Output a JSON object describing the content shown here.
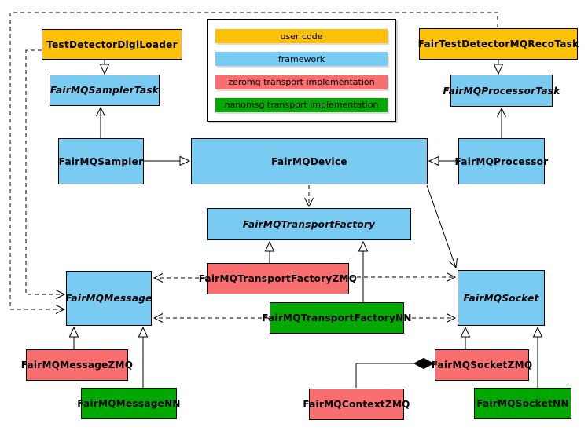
{
  "diagram": {
    "kind": "uml-class-diagram",
    "subject": "FairMQ framework classes and transport implementations"
  },
  "colors": {
    "user_code": "#ffc107",
    "framework": "#79cbf1",
    "zeromq": "#f96e6e",
    "nanomsg": "#00a800",
    "line": "#000000",
    "background": "#ffffff"
  },
  "legend": {
    "items": [
      {
        "label": "user code",
        "color_key": "user_code"
      },
      {
        "label": "framework",
        "color_key": "framework"
      },
      {
        "label": "zeromq transport implementation",
        "color_key": "zeromq"
      },
      {
        "label": "nanomsg transport implementation",
        "color_key": "nanomsg"
      }
    ]
  },
  "nodes": {
    "digiLoader": {
      "label": "TestDetectorDigiLoader",
      "category": "user_code",
      "abstract": false
    },
    "recoTask": {
      "label": "FairTestDetectorMQRecoTask",
      "category": "user_code",
      "abstract": false
    },
    "samplerTask": {
      "label": "FairMQSamplerTask",
      "category": "framework",
      "abstract": true
    },
    "processorTask": {
      "label": "FairMQProcessorTask",
      "category": "framework",
      "abstract": true
    },
    "sampler": {
      "label": "FairMQSampler",
      "category": "framework",
      "abstract": false
    },
    "device": {
      "label": "FairMQDevice",
      "category": "framework",
      "abstract": false
    },
    "processor": {
      "label": "FairMQProcessor",
      "category": "framework",
      "abstract": false
    },
    "transportFactory": {
      "label": "FairMQTransportFactory",
      "category": "framework",
      "abstract": true
    },
    "tfZMQ": {
      "label": "FairMQTransportFactoryZMQ",
      "category": "zeromq",
      "abstract": false
    },
    "tfNN": {
      "label": "FairMQTransportFactoryNN",
      "category": "nanomsg",
      "abstract": false
    },
    "message": {
      "label": "FairMQMessage",
      "category": "framework",
      "abstract": true
    },
    "socket": {
      "label": "FairMQSocket",
      "category": "framework",
      "abstract": true
    },
    "messageZMQ": {
      "label": "FairMQMessageZMQ",
      "category": "zeromq",
      "abstract": false
    },
    "messageNN": {
      "label": "FairMQMessageNN",
      "category": "nanomsg",
      "abstract": false
    },
    "contextZMQ": {
      "label": "FairMQContextZMQ",
      "category": "zeromq",
      "abstract": false
    },
    "socketZMQ": {
      "label": "FairMQSocketZMQ",
      "category": "zeromq",
      "abstract": false
    },
    "socketNN": {
      "label": "FairMQSocketNN",
      "category": "nanomsg",
      "abstract": false
    }
  },
  "edges": [
    {
      "from": "TestDetectorDigiLoader",
      "to": "FairMQSamplerTask",
      "relation": "inheritance",
      "line": "solid"
    },
    {
      "from": "FairTestDetectorMQRecoTask",
      "to": "FairMQProcessorTask",
      "relation": "inheritance",
      "line": "solid"
    },
    {
      "from": "FairMQSampler",
      "to": "FairMQSamplerTask",
      "relation": "association",
      "line": "solid"
    },
    {
      "from": "FairMQProcessor",
      "to": "FairMQProcessorTask",
      "relation": "association",
      "line": "solid"
    },
    {
      "from": "FairMQSampler",
      "to": "FairMQDevice",
      "relation": "inheritance",
      "line": "solid"
    },
    {
      "from": "FairMQProcessor",
      "to": "FairMQDevice",
      "relation": "inheritance",
      "line": "solid"
    },
    {
      "from": "FairMQDevice",
      "to": "FairMQTransportFactory",
      "relation": "dependency",
      "line": "dashed"
    },
    {
      "from": "FairMQDevice",
      "to": "FairMQSocket",
      "relation": "association",
      "line": "solid"
    },
    {
      "from": "FairMQTransportFactoryZMQ",
      "to": "FairMQTransportFactory",
      "relation": "inheritance",
      "line": "solid"
    },
    {
      "from": "FairMQTransportFactoryNN",
      "to": "FairMQTransportFactory",
      "relation": "inheritance",
      "line": "solid"
    },
    {
      "from": "FairMQTransportFactoryZMQ",
      "to": "FairMQMessage",
      "relation": "dependency",
      "line": "dashed"
    },
    {
      "from": "FairMQTransportFactoryZMQ",
      "to": "FairMQSocket",
      "relation": "dependency",
      "line": "dashed"
    },
    {
      "from": "FairMQTransportFactoryNN",
      "to": "FairMQMessage",
      "relation": "dependency",
      "line": "dashed"
    },
    {
      "from": "FairMQTransportFactoryNN",
      "to": "FairMQSocket",
      "relation": "dependency",
      "line": "dashed"
    },
    {
      "from": "FairMQMessageZMQ",
      "to": "FairMQMessage",
      "relation": "inheritance",
      "line": "solid"
    },
    {
      "from": "FairMQMessageNN",
      "to": "FairMQMessage",
      "relation": "inheritance",
      "line": "solid"
    },
    {
      "from": "FairMQSocketZMQ",
      "to": "FairMQSocket",
      "relation": "inheritance",
      "line": "solid"
    },
    {
      "from": "FairMQSocketNN",
      "to": "FairMQSocket",
      "relation": "inheritance",
      "line": "solid"
    },
    {
      "from": "FairMQContextZMQ",
      "to": "FairMQSocketZMQ",
      "relation": "composition",
      "line": "solid"
    },
    {
      "from": "TestDetectorDigiLoader",
      "to": "FairMQMessage",
      "relation": "dependency",
      "line": "dashed"
    },
    {
      "from": "FairTestDetectorMQRecoTask",
      "to": "FairMQMessage",
      "relation": "dependency",
      "line": "dashed"
    }
  ]
}
